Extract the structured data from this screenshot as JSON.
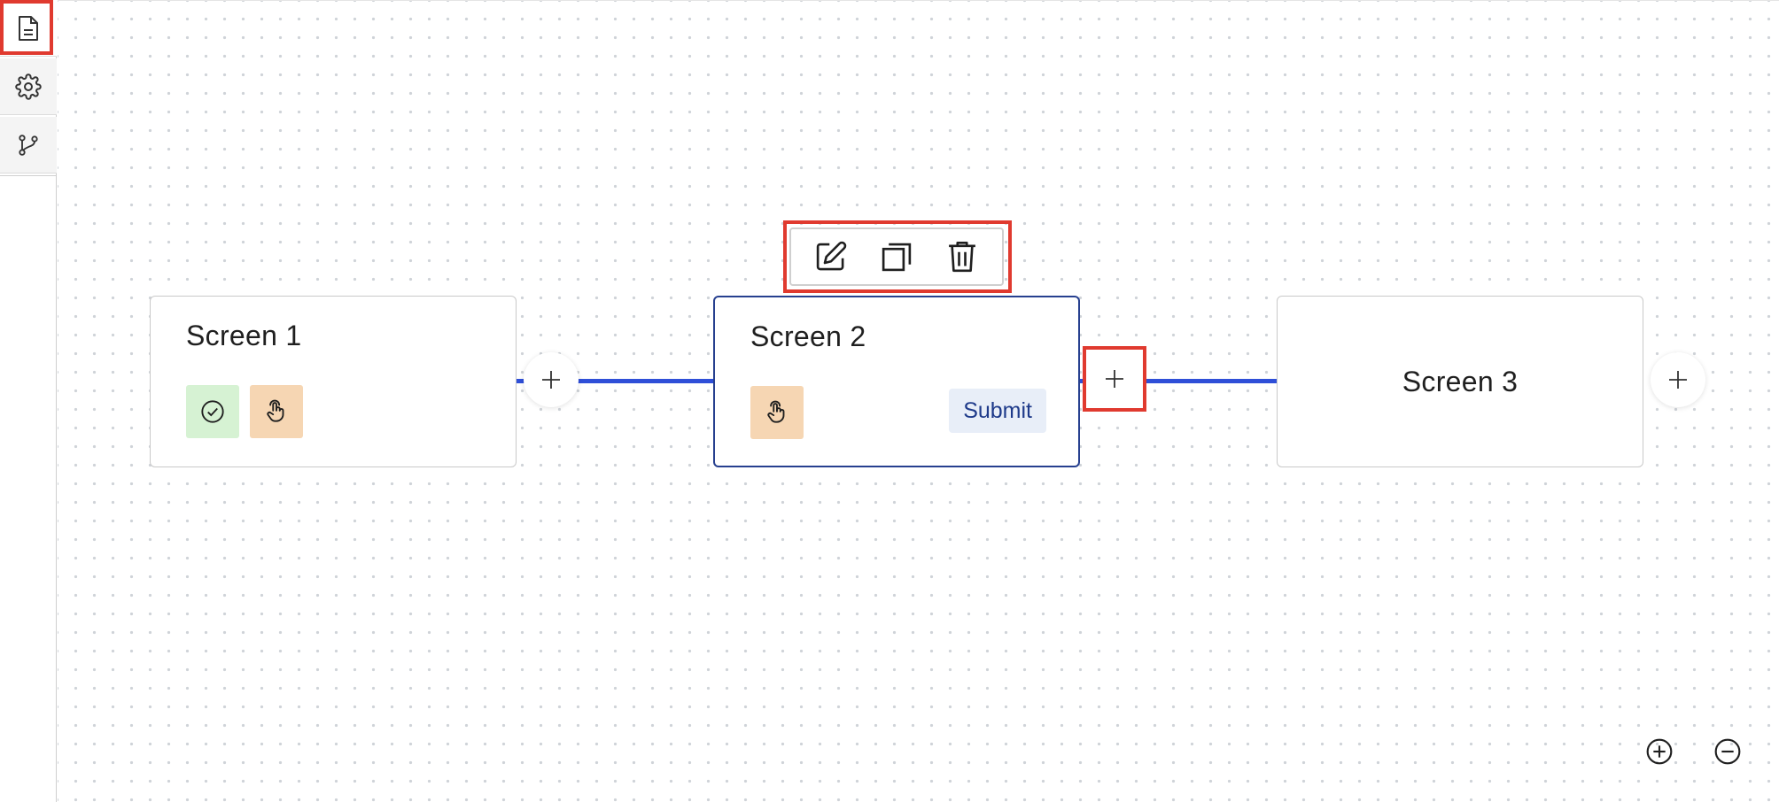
{
  "rail": {
    "items": [
      {
        "icon": "document-icon",
        "label": "Screens"
      },
      {
        "icon": "gear-icon",
        "label": "Settings"
      },
      {
        "icon": "branch-icon",
        "label": "Flow"
      }
    ]
  },
  "toolbar": {
    "actions": [
      "edit-icon",
      "duplicate-icon",
      "trash-icon"
    ]
  },
  "screens": [
    {
      "title": "Screen 1",
      "badges": [
        "check-circle-icon",
        "tap-icon"
      ]
    },
    {
      "title": "Screen 2",
      "badges": [
        "tap-icon"
      ],
      "action_label": "Submit"
    },
    {
      "title": "Screen 3"
    }
  ],
  "colors": {
    "edge": "#2f4fd8",
    "selected_border": "#27408f",
    "highlight": "#e03a2f",
    "badge_green": "#d6f2d3",
    "badge_orange": "#f6d6b3",
    "submit_bg": "#e8eef8",
    "submit_text": "#1e3a8a"
  },
  "zoom": {
    "in_icon": "zoom-in-icon",
    "out_icon": "zoom-out-icon"
  }
}
